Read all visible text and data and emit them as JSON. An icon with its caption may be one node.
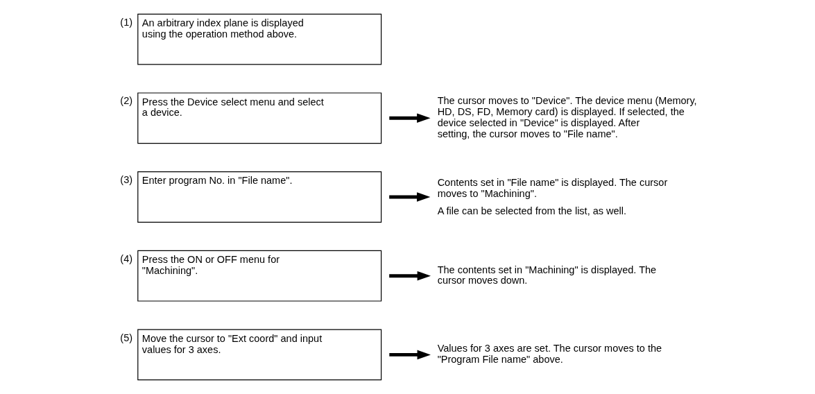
{
  "diagram": {
    "nodes": [
      {
        "text": [
          "An arbitrary index plane is displayed using the operation method above."
        ],
        "beside": [
          "(1)"
        ]
      },
      {
        "text": [
          "Press the Device select menu and select a device."
        ],
        "beside": [
          "(2)"
        ]
      },
      {
        "text": [
          "The cursor moves to \"Device\". The device menu (Memory, HD, DS, FD, Memory card) is displayed. If selected, the device selected in \"Device\" is displayed. After setting, the cursor moves to \"File name\"."
        ]
      },
      {
        "text": [
          "Enter program No. in \"File name\"."
        ],
        "beside": [
          "(3)"
        ]
      },
      {
        "text": [
          "Contents set in \"File name\" is displayed. The cursor moves to \"Machining\".",
          "A file can be selected from the list, as well."
        ]
      },
      {
        "text": [
          "Press the ON or OFF menu for \"Machining\"."
        ],
        "beside": [
          "(4)"
        ]
      },
      {
        "text": [
          "The contents set in \"Machining\" is displayed. The cursor moves down."
        ]
      },
      {
        "text": [
          "Move the cursor to \"Ext coord\" and input values for 3 axes."
        ],
        "beside": [
          "(5)"
        ]
      },
      {
        "text": [
          "Values for 3 axes are set. The cursor moves to the \"Program File name\" above."
        ]
      }
    ],
    "edges": [
      {
        "from": 1,
        "to": 2,
        "arrow": "to"
      },
      {
        "from": 3,
        "to": 4,
        "arrow": "to"
      },
      {
        "from": 5,
        "to": 6,
        "arrow": "to"
      },
      {
        "from": 7,
        "to": 8,
        "arrow": "to"
      }
    ]
  }
}
